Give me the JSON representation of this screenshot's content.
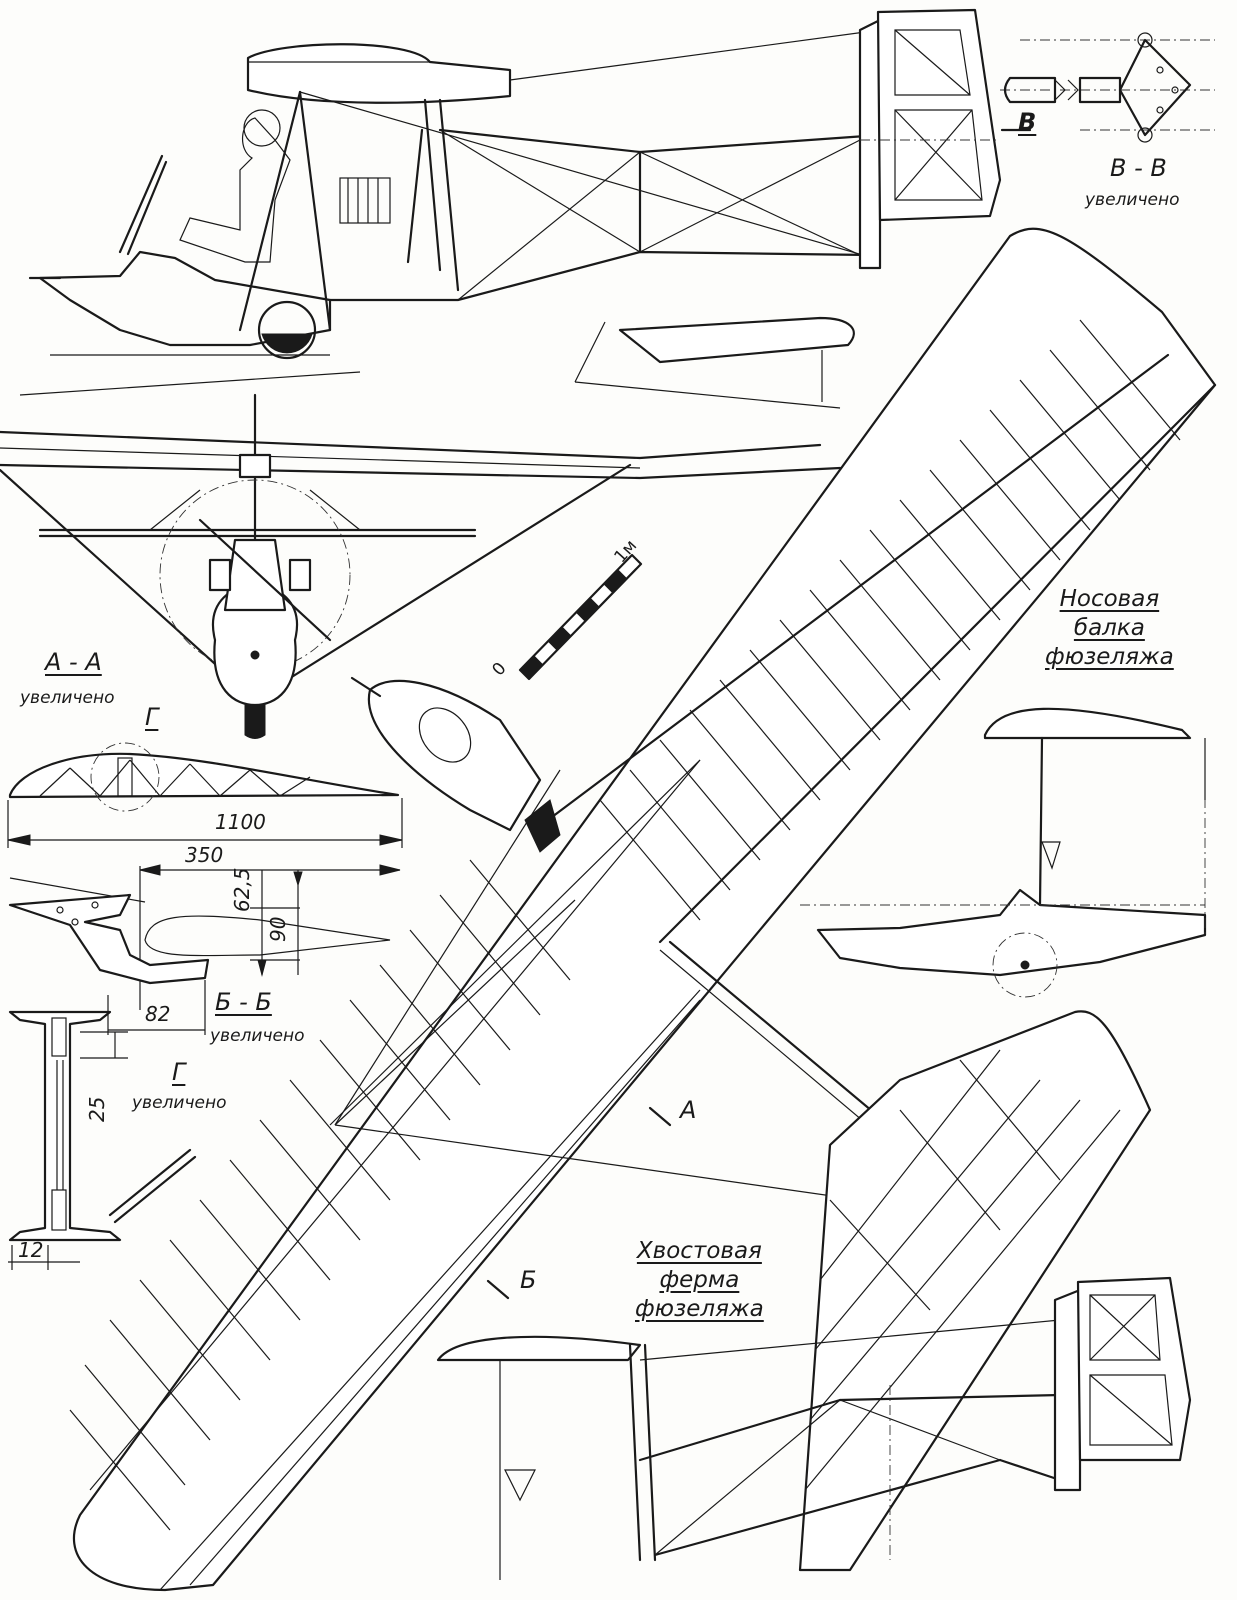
{
  "sections": {
    "vv_marker": "В",
    "vv_title": "В - В",
    "vv_note": "увеличено",
    "aa_title": "А - А",
    "aa_note": "увеличено",
    "bb_title": "Б - Б",
    "bb_note": "увеличено",
    "g_marker": "Г",
    "g_title": "Г",
    "g_note": "увеличено",
    "a_marker": "А",
    "b_marker": "Б"
  },
  "scale_bar": {
    "zero_label": "0",
    "meter_label": "1м"
  },
  "dimensions": {
    "chord": "1100",
    "length_350": "350",
    "height_62_5": "62,5",
    "height_90": "90",
    "offset_82": "82",
    "g_25": "25",
    "g_12": "12"
  },
  "captions": {
    "nose_line1": "Носовая",
    "nose_line2": "балка",
    "nose_line3": "фюзеляжа",
    "tail_line1": "Хвостовая",
    "tail_line2": "ферма",
    "tail_line3": "фюзеляжа"
  }
}
